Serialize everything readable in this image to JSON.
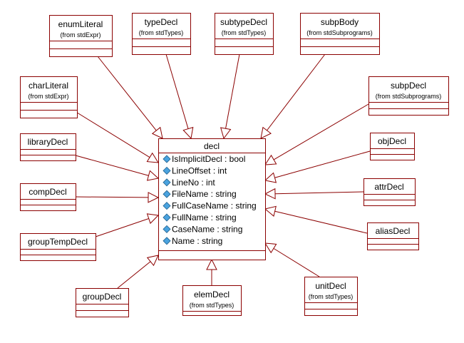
{
  "colors": {
    "border": "#8b0000",
    "text": "#000000",
    "attr_icon": "#4aa3df",
    "background": "#ffffff"
  },
  "central": {
    "name": "decl",
    "attributes": [
      "IsImplicitDecl : bool",
      "LineOffset : int",
      "LineNo : int",
      "FileName : string",
      "FullCaseName : string",
      "FullName : string",
      "CaseName : string",
      "Name : string"
    ]
  },
  "classes": [
    {
      "id": "enumLiteral",
      "name": "enumLiteral",
      "from": "(from stdExpr)"
    },
    {
      "id": "typeDecl",
      "name": "typeDecl",
      "from": "(from stdTypes)"
    },
    {
      "id": "subtypeDecl",
      "name": "subtypeDecl",
      "from": "(from stdTypes)"
    },
    {
      "id": "subpBody",
      "name": "subpBody",
      "from": "(from stdSubprograms)"
    },
    {
      "id": "charLiteral",
      "name": "charLiteral",
      "from": "(from stdExpr)"
    },
    {
      "id": "subpDecl",
      "name": "subpDecl",
      "from": "(from stdSubprograms)"
    },
    {
      "id": "libraryDecl",
      "name": "libraryDecl",
      "from": ""
    },
    {
      "id": "objDecl",
      "name": "objDecl",
      "from": ""
    },
    {
      "id": "compDecl",
      "name": "compDecl",
      "from": ""
    },
    {
      "id": "attrDecl",
      "name": "attrDecl",
      "from": ""
    },
    {
      "id": "groupTempDecl",
      "name": "groupTempDecl",
      "from": ""
    },
    {
      "id": "aliasDecl",
      "name": "aliasDecl",
      "from": ""
    },
    {
      "id": "groupDecl",
      "name": "groupDecl",
      "from": ""
    },
    {
      "id": "elemDecl",
      "name": "elemDecl",
      "from": "(from stdTypes)"
    },
    {
      "id": "unitDecl",
      "name": "unitDecl",
      "from": "(from stdTypes)"
    }
  ]
}
